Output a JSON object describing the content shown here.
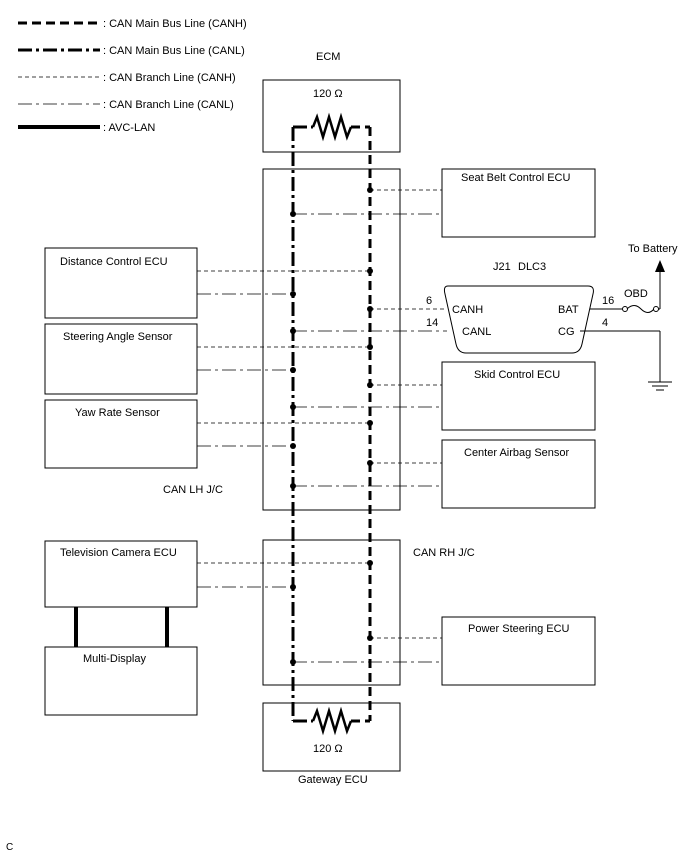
{
  "legend": [
    {
      "style": "canh-main",
      "label": ": CAN Main Bus Line (CANH)"
    },
    {
      "style": "canl-main",
      "label": ": CAN Main Bus Line (CANL)"
    },
    {
      "style": "canh-br",
      "label": ": CAN Branch Line (CANH)"
    },
    {
      "style": "canl-br",
      "label": ": CAN Branch Line (CANL)"
    },
    {
      "style": "avc",
      "label": ": AVC-LAN"
    }
  ],
  "ecm": {
    "title": "ECM",
    "resistor": "120 Ω"
  },
  "gateway": {
    "title": "Gateway ECU",
    "resistor": "120 Ω"
  },
  "junctions": {
    "lh": "CAN LH J/C",
    "rh": "CAN RH J/C"
  },
  "left_ecus": {
    "distance": "Distance Control ECU",
    "steering": "Steering Angle Sensor",
    "yaw": "Yaw Rate Sensor",
    "tv": "Television Camera ECU",
    "multi": "Multi-Display"
  },
  "right_ecus": {
    "seatbelt": "Seat Belt Control ECU",
    "skid": "Skid Control ECU",
    "airbag": "Center Airbag Sensor",
    "powersteer": "Power Steering ECU"
  },
  "dlc": {
    "id": "J21",
    "name": "DLC3",
    "canh": "CANH",
    "canl": "CANL",
    "bat": "BAT",
    "cg": "CG",
    "pin_canh": "6",
    "pin_canl": "14",
    "pin_bat": "16",
    "pin_cg": "4",
    "fuse": "OBD",
    "battery": "To Battery"
  },
  "corner_code": "C"
}
